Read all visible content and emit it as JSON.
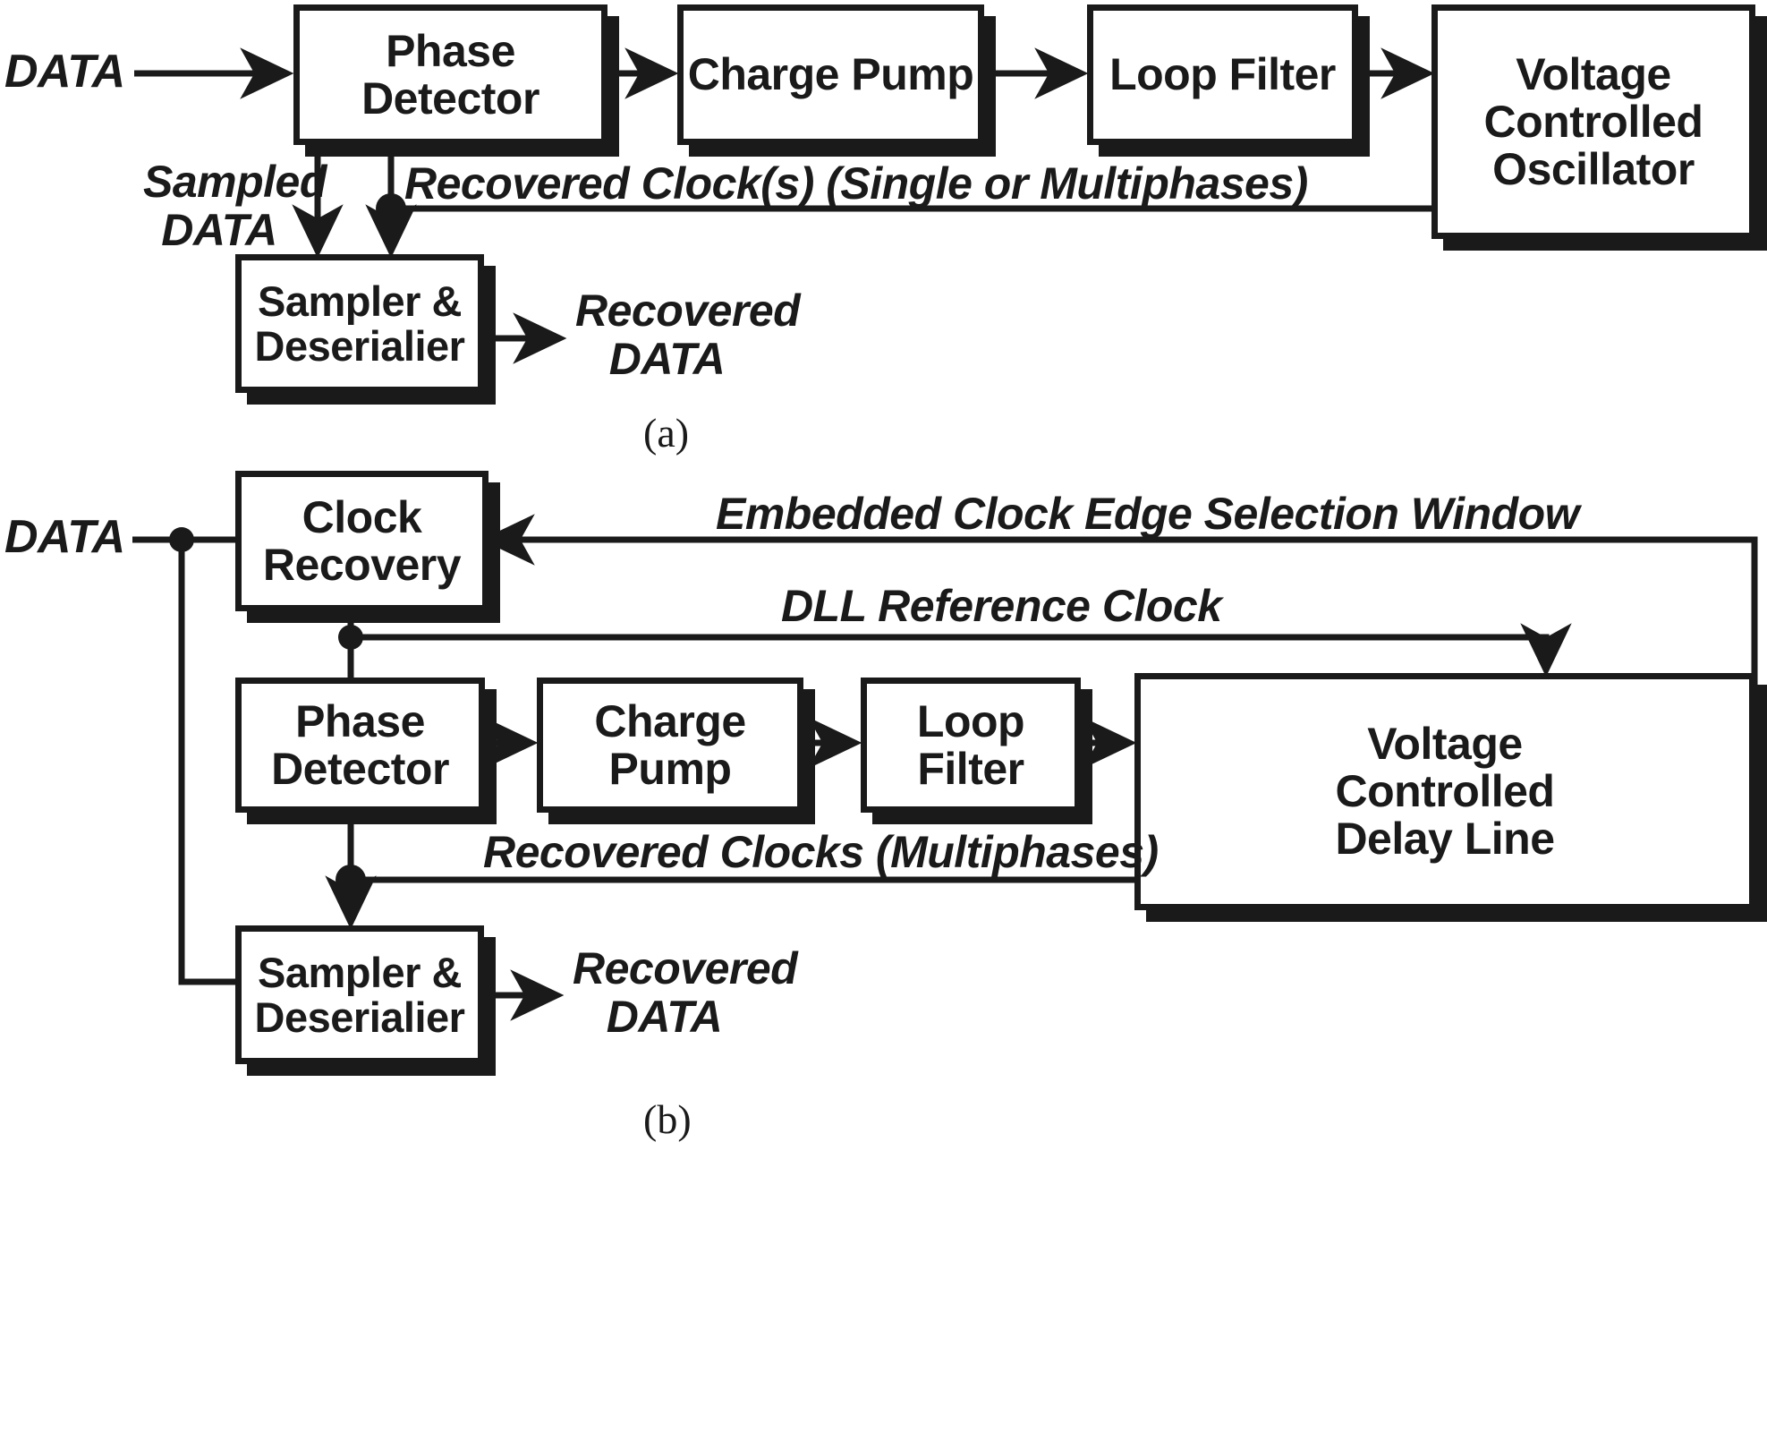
{
  "figure": {
    "title": "Clock and data recovery architectures block diagram",
    "ink_color": "#1a1a1a",
    "background_color": "#ffffff"
  },
  "panel_a": {
    "caption": "(a)",
    "blocks": [
      {
        "id": "pd",
        "label": "Phase\nDetector"
      },
      {
        "id": "cp",
        "label": "Charge Pump"
      },
      {
        "id": "lf",
        "label": "Loop Filter"
      },
      {
        "id": "vco",
        "label": "Voltage\nControlled\nOscillator"
      },
      {
        "id": "sd",
        "label": "Sampler &\nDeserialier"
      }
    ],
    "signals": [
      {
        "id": "data_in",
        "label": "DATA"
      },
      {
        "id": "sampled_data",
        "label": "Sampled\nDATA"
      },
      {
        "id": "rec_clock",
        "label": "Recovered Clock(s) (Single or Multiphases)"
      },
      {
        "id": "rec_data",
        "label": "Recovered\nDATA"
      }
    ]
  },
  "panel_b": {
    "caption": "(b)",
    "blocks": [
      {
        "id": "cr",
        "label": "Clock\nRecovery"
      },
      {
        "id": "pd",
        "label": "Phase\nDetector"
      },
      {
        "id": "cp",
        "label": "Charge Pump"
      },
      {
        "id": "lf",
        "label": "Loop Filter"
      },
      {
        "id": "vcdl",
        "label": "Voltage\nControlled\nDelay Line"
      },
      {
        "id": "sd",
        "label": "Sampler &\nDeserialier"
      }
    ],
    "signals": [
      {
        "id": "data_in",
        "label": "DATA"
      },
      {
        "id": "edge_win",
        "label": "Embedded Clock Edge Selection Window"
      },
      {
        "id": "dll_ref",
        "label": "DLL Reference Clock"
      },
      {
        "id": "rec_clocks",
        "label": "Recovered Clocks (Multiphases)"
      },
      {
        "id": "rec_data",
        "label": "Recovered\nDATA"
      }
    ]
  }
}
